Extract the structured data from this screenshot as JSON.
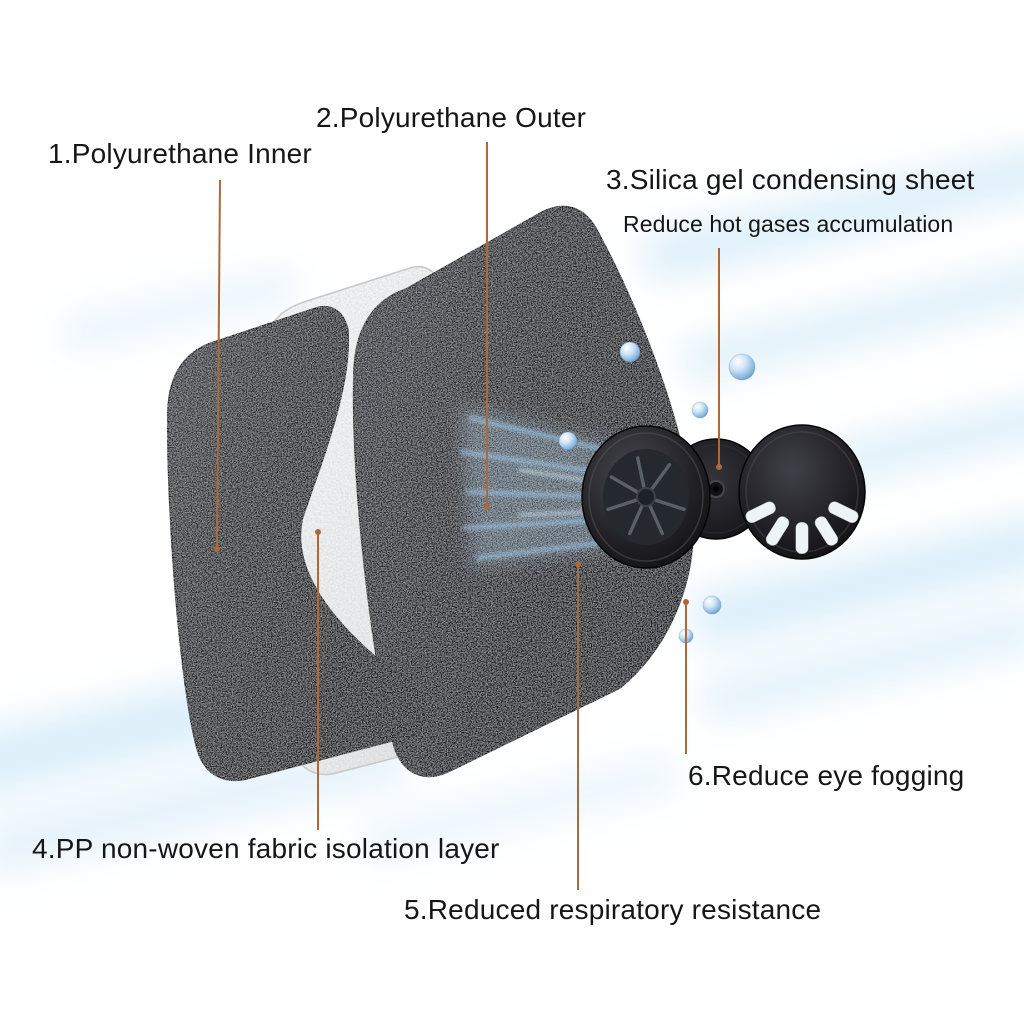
{
  "diagram": {
    "type": "product-exploded-diagram",
    "subject": "dust mask filter layers and exhalation valve"
  },
  "labels": {
    "l1": "1.Polyurethane Inner",
    "l2": "2.Polyurethane Outer",
    "l3": "3.Silica gel condensing sheet",
    "l3_sub": "Reduce hot gases accumulation",
    "l4": "4.PP non-woven fabric isolation layer",
    "l5": "5.Reduced respiratory resistance",
    "l6": "6.Reduce eye fogging"
  },
  "colors": {
    "text": "#161616",
    "leader_line": "#a86a3e",
    "airflow_blue": "#9fc8ea",
    "background_streak": "#d9edf9",
    "droplet_blue": "#85b4dd",
    "layer_dark": "#232326",
    "layer_white": "#f2f2f2",
    "valve_dark": "#1a1a1e"
  }
}
